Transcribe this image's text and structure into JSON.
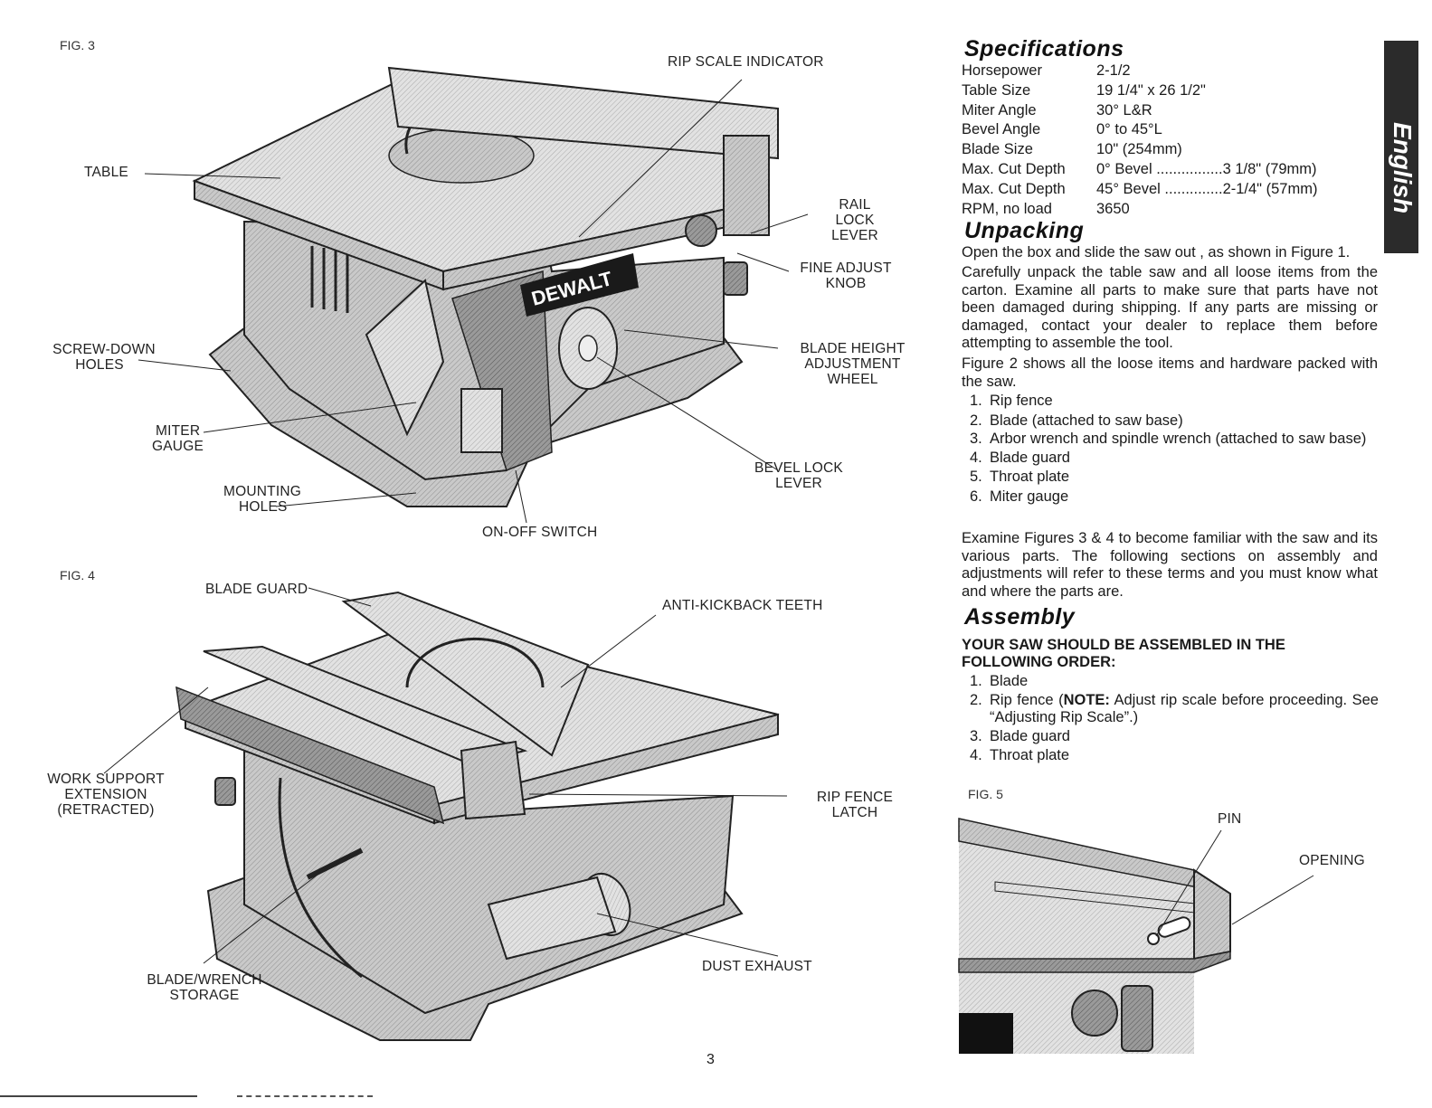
{
  "fig3": {
    "caption": "FIG. 3",
    "labels": {
      "rip_scale": "RIP SCALE INDICATOR",
      "table": "TABLE",
      "rail_lock_1": "RAIL LOCK",
      "rail_lock_2": "LEVER",
      "fine_adjust_1": "FINE ADJUST",
      "fine_adjust_2": "KNOB",
      "screw_down_1": "SCREW-DOWN",
      "screw_down_2": "HOLES",
      "blade_height_1": "BLADE HEIGHT",
      "blade_height_2": "ADJUSTMENT",
      "blade_height_3": "WHEEL",
      "miter_1": "MITER",
      "miter_2": "GAUGE",
      "bevel_1": "BEVEL LOCK",
      "bevel_2": "LEVER",
      "mounting_1": "MOUNTING",
      "mounting_2": "HOLES",
      "onoff": "ON-OFF SWITCH"
    },
    "logo": "DEWALT"
  },
  "fig4": {
    "caption": "FIG. 4",
    "labels": {
      "blade_guard": "BLADE GUARD",
      "anti_kickback": "ANTI-KICKBACK TEETH",
      "work_support_1": "WORK SUPPORT",
      "work_support_2": "EXTENSION",
      "work_support_3": "(RETRACTED)",
      "rip_fence_1": "RIP FENCE",
      "rip_fence_2": "LATCH",
      "blade_wrench_1": "BLADE/WRENCH",
      "blade_wrench_2": "STORAGE",
      "dust_exhaust": "DUST EXHAUST"
    }
  },
  "fig5": {
    "caption": "FIG. 5",
    "labels": {
      "pin": "PIN",
      "opening": "OPENING"
    }
  },
  "page_number": "3",
  "language_tab": "English",
  "specifications": {
    "heading": "Specifications",
    "rows": [
      {
        "key": "Horsepower",
        "value": "2-1/2"
      },
      {
        "key": "Table Size",
        "value": "19 1/4\" x 26 1/2\""
      },
      {
        "key": "Miter Angle",
        "value": "30° L&R"
      },
      {
        "key": "Bevel Angle",
        "value": "0° to 45°L"
      },
      {
        "key": "Blade Size",
        "value": "10\" (254mm)"
      },
      {
        "key": "Max. Cut Depth",
        "value": "0° Bevel ................3 1/8\" (79mm)"
      },
      {
        "key": "Max. Cut Depth",
        "value": "45° Bevel ..............2-1/4\" (57mm)"
      },
      {
        "key": "RPM, no load",
        "value": "3650"
      }
    ]
  },
  "unpacking": {
    "heading": "Unpacking",
    "p1": "Open the box and slide the saw out , as shown in Figure 1.",
    "p2": "Carefully unpack the table saw and all loose items from the carton. Examine all parts to make sure that parts have not been damaged during shipping. If any parts are missing or damaged, contact your dealer to replace them before attempting to assemble the tool.",
    "p3": "Figure 2 shows all the loose items and hardware packed with the saw.",
    "items": [
      {
        "n": "1.",
        "t": "Rip fence"
      },
      {
        "n": "2.",
        "t": "Blade (attached to saw base)"
      },
      {
        "n": "3.",
        "t": "Arbor wrench and spindle wrench (attached to saw base)"
      },
      {
        "n": "4.",
        "t": "Blade guard"
      },
      {
        "n": "5.",
        "t": "Throat plate"
      },
      {
        "n": "6.",
        "t": "Miter gauge"
      }
    ],
    "p4": "Examine Figures 3 & 4 to become familiar with the saw and its various parts. The following sections on assembly and adjustments will refer to these terms and you must know what and where the parts are."
  },
  "assembly": {
    "heading": "Assembly",
    "order_line1": "YOUR SAW SHOULD BE ASSEMBLED IN THE",
    "order_line2": "FOLLOWING ORDER:",
    "items": [
      {
        "n": "1.",
        "t": "Blade"
      },
      {
        "n": "2.",
        "pre": "Rip fence (",
        "bold": "NOTE:",
        "post": " Adjust rip scale before proceeding. See “Adjusting Rip Scale”.)"
      },
      {
        "n": "3.",
        "t": "Blade guard"
      },
      {
        "n": "4.",
        "t": "Throat plate"
      }
    ]
  }
}
